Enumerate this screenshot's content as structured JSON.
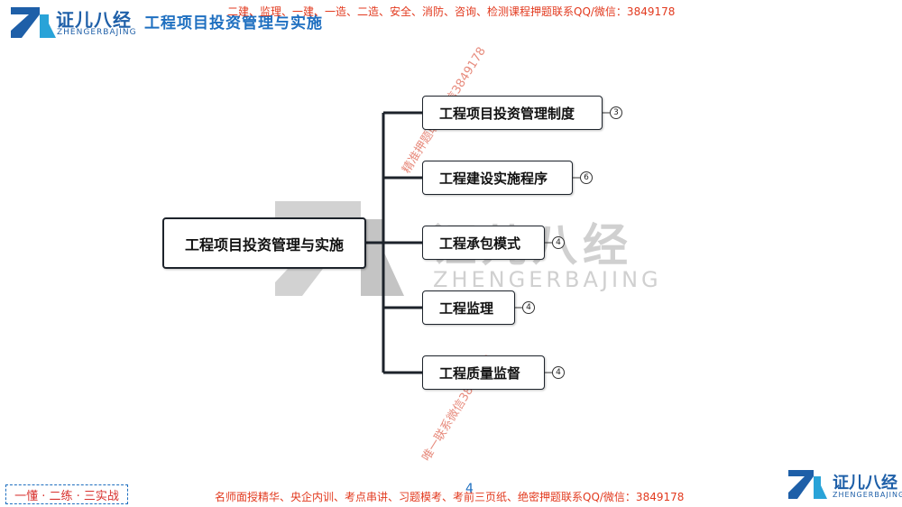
{
  "header": {
    "brand_cn": "证儿八经",
    "brand_en": "ZHENGERBAJING",
    "title": "工程项目投资管理与实施",
    "notice": "二建、监理、一建、一造、二造、安全、消防、咨询、检测课程押题联系QQ/微信：3849178"
  },
  "watermark": {
    "cn": "证儿八经",
    "en": "ZHENGERBAJING",
    "diag_top": "精准押题联系微信3849178",
    "diag_bottom": "唯一联系微信3849178"
  },
  "mindmap": {
    "root": "工程项目投资管理与实施",
    "children": [
      {
        "label": "工程项目投资管理制度",
        "count": "3"
      },
      {
        "label": "工程建设实施程序",
        "count": "6"
      },
      {
        "label": "工程承包模式",
        "count": "4"
      },
      {
        "label": "工程监理",
        "count": "4"
      },
      {
        "label": "工程质量监督",
        "count": "4"
      }
    ]
  },
  "footer": {
    "slogan": "一懂 · 二练 · 三实战",
    "notice": "名师面授精华、央企内训、考点串讲、习题模考、考前三页纸、绝密押题联系QQ/微信：3849178",
    "page": "4",
    "brand_cn": "证儿八经",
    "brand_en": "ZHENGERBAJING"
  },
  "colors": {
    "brand": "#1e5fa8",
    "notice": "#e23a1f",
    "line": "#1d232b"
  }
}
